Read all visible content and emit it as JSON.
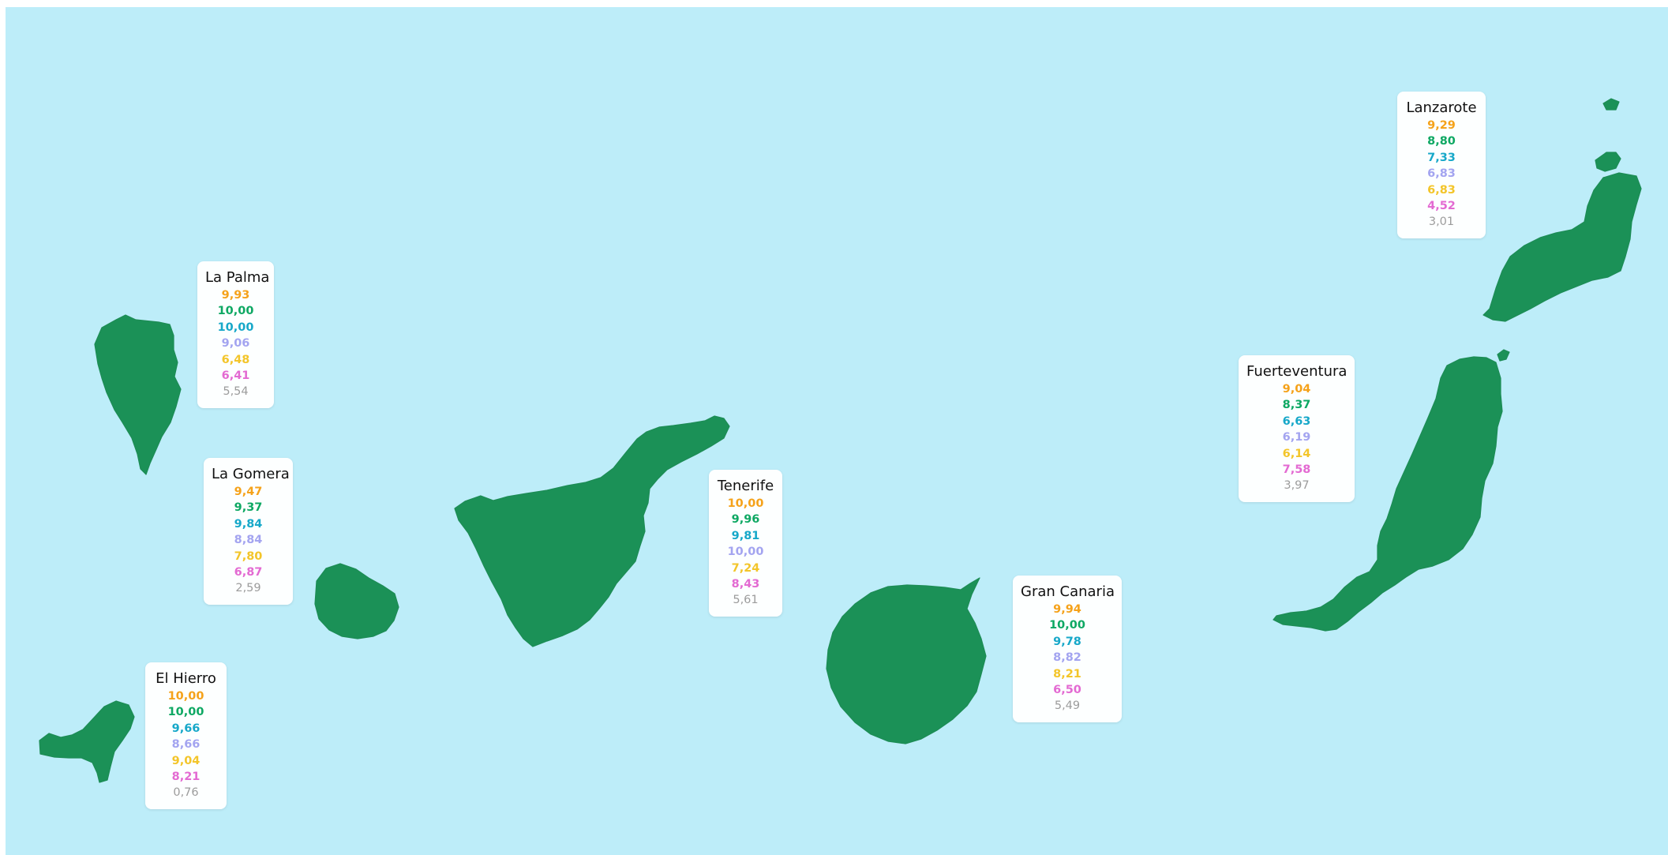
{
  "map": {
    "sea_color": "#bdedf9",
    "land_color": "#1b9157"
  },
  "value_colors": [
    "#f5a21a",
    "#0ea863",
    "#17a8c9",
    "#a3a4f0",
    "#f3c52a",
    "#e36ad2",
    "#9c9c9c"
  ],
  "islands": [
    {
      "id": "lanzarote",
      "name": "Lanzarote",
      "values": [
        "9,29",
        "8,80",
        "7,33",
        "6,83",
        "6,83",
        "4,52",
        "3,01"
      ]
    },
    {
      "id": "la-palma",
      "name": "La Palma",
      "values": [
        "9,93",
        "10,00",
        "10,00",
        "9,06",
        "6,48",
        "6,41",
        "5,54"
      ]
    },
    {
      "id": "fuerteventura",
      "name": "Fuerteventura",
      "values": [
        "9,04",
        "8,37",
        "6,63",
        "6,19",
        "6,14",
        "7,58",
        "3,97"
      ]
    },
    {
      "id": "la-gomera",
      "name": "La Gomera",
      "values": [
        "9,47",
        "9,37",
        "9,84",
        "8,84",
        "7,80",
        "6,87",
        "2,59"
      ]
    },
    {
      "id": "tenerife",
      "name": "Tenerife",
      "values": [
        "10,00",
        "9,96",
        "9,81",
        "10,00",
        "7,24",
        "8,43",
        "5,61"
      ]
    },
    {
      "id": "gran-canaria",
      "name": "Gran Canaria",
      "values": [
        "9,94",
        "10,00",
        "9,78",
        "8,82",
        "8,21",
        "6,50",
        "5,49"
      ]
    },
    {
      "id": "el-hierro",
      "name": "El Hierro",
      "values": [
        "10,00",
        "10,00",
        "9,66",
        "8,66",
        "9,04",
        "8,21",
        "0,76"
      ]
    }
  ]
}
